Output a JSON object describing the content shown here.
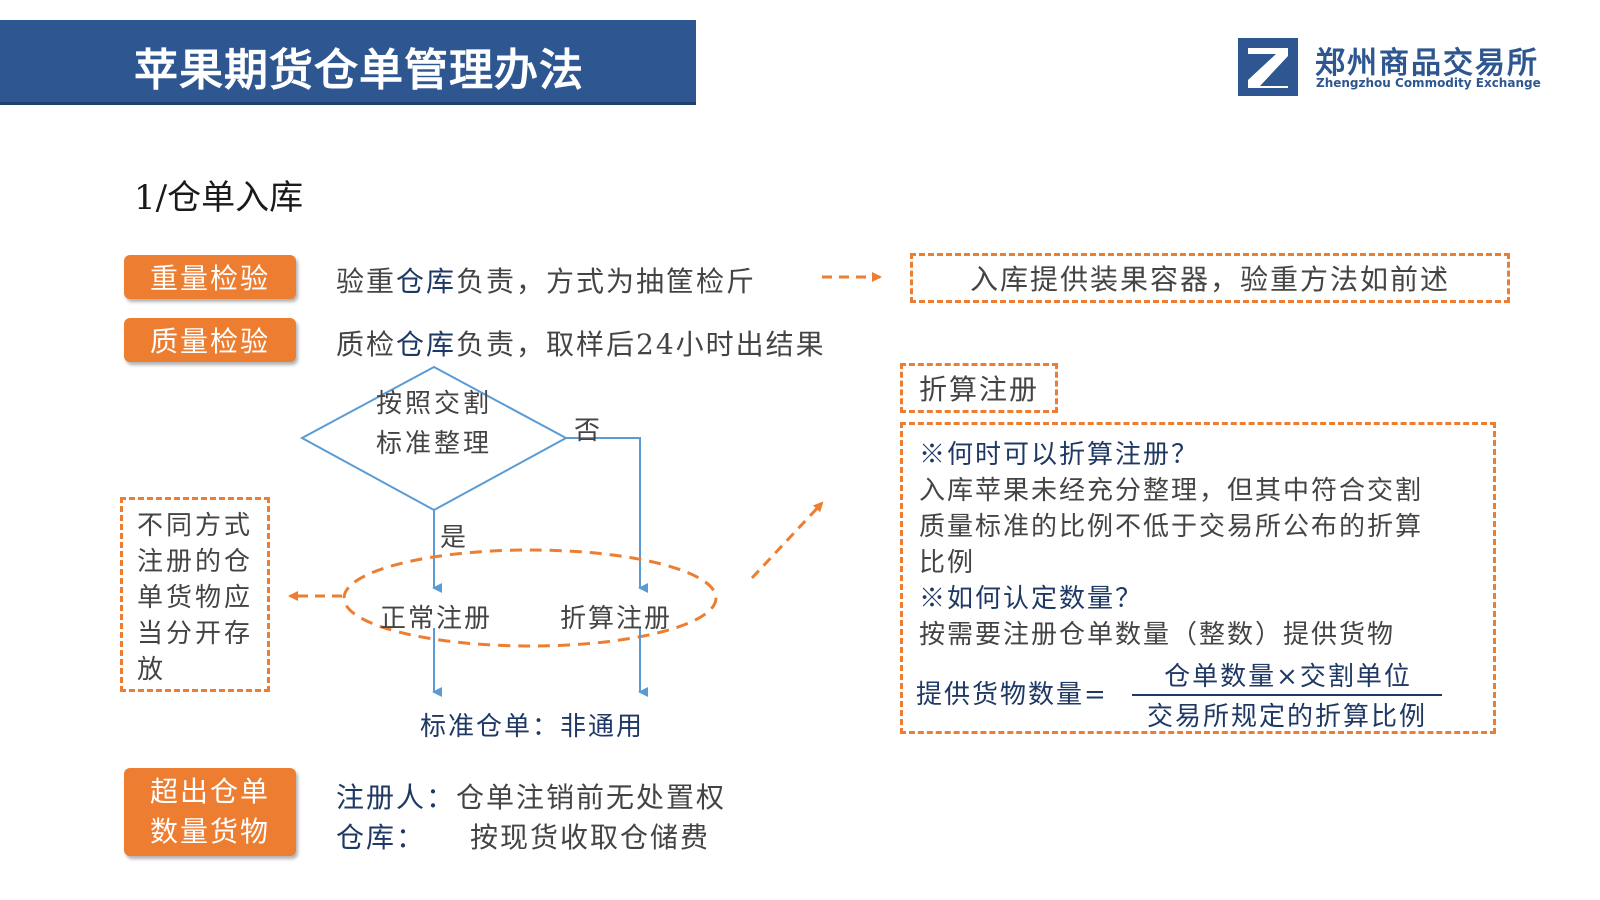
{
  "header": {
    "title": "苹果期货仓单管理办法",
    "logo_name": "郑州商品交易所",
    "logo_subtitle": "Zhengzhou Commodity Exchange"
  },
  "section_heading": "1/仓单入库",
  "rows": {
    "weight": {
      "tag": "重量检验",
      "text_a": "验重",
      "text_highlight": "仓库",
      "text_b": "负责，方式为抽筐检斤"
    },
    "quality": {
      "tag": "质量检验",
      "text_a": "质检",
      "text_highlight": "仓库",
      "text_b": "负责，取样后24小时出结果"
    }
  },
  "container_note": "入库提供装果容器，验重方法如前述",
  "flowchart": {
    "decision": "按照交割标准整理",
    "no_label": "否",
    "yes_label": "是",
    "normal_registration": "正常注册",
    "converted_registration": "折算注册",
    "result_label": "标准仓单：非通用",
    "separate_storage_note": "不同方式注册的仓单货物应当分开存放"
  },
  "conversion_panel": {
    "title": "折算注册",
    "q1": "※何时可以折算注册？",
    "a1_line1": "入库苹果未经充分整理，但其中符合交割",
    "a1_line2": "质量标准的比例不低于交易所公布的折算",
    "a1_line3": "比例",
    "q2": "※如何认定数量？",
    "a2": "按需要注册仓单数量（整数）提供货物",
    "formula": {
      "label": "提供货物数量=",
      "numerator": "仓单数量×交割单位",
      "denominator": "交易所规定的折算比例"
    }
  },
  "excess": {
    "tag_line1": "超出仓单",
    "tag_line2": "数量货物",
    "line1_label": "注册人：",
    "line1_text": "仓单注销前无处置权",
    "line2_label": "仓库：",
    "line2_text": "按现货收取仓储费"
  },
  "colors": {
    "brand_blue": "#2e5791",
    "accent_orange": "#ed7d31",
    "navy_text": "#1f3864",
    "flow_line": "#5b9bd5"
  }
}
